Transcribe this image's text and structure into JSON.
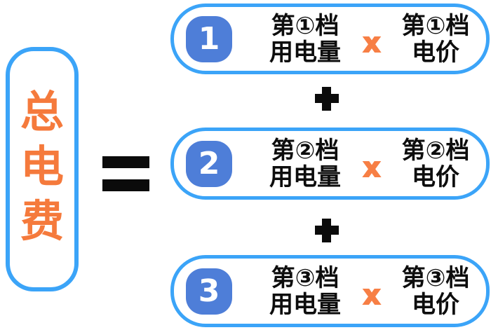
{
  "total": {
    "text": "总电费",
    "chars": [
      "总",
      "电",
      "费"
    ]
  },
  "operators": {
    "equals": "=",
    "plus": "+",
    "multiply": "x"
  },
  "tiers": [
    {
      "badge": "1",
      "usage_line1": "第①档",
      "usage_line2": "用电量",
      "price_line1": "第①档",
      "price_line2": "电价"
    },
    {
      "badge": "2",
      "usage_line1": "第②档",
      "usage_line2": "用电量",
      "price_line1": "第②档",
      "price_line2": "电价"
    },
    {
      "badge": "3",
      "usage_line1": "第③档",
      "usage_line2": "用电量",
      "price_line1": "第③档",
      "price_line2": "电价"
    }
  ],
  "colors": {
    "border_blue": "#3BA4F8",
    "badge_blue": "#4E7ED8",
    "accent_orange": "#F57A3C",
    "multiply_orange": "#F77F45",
    "operator_black": "#0B0B0B"
  }
}
